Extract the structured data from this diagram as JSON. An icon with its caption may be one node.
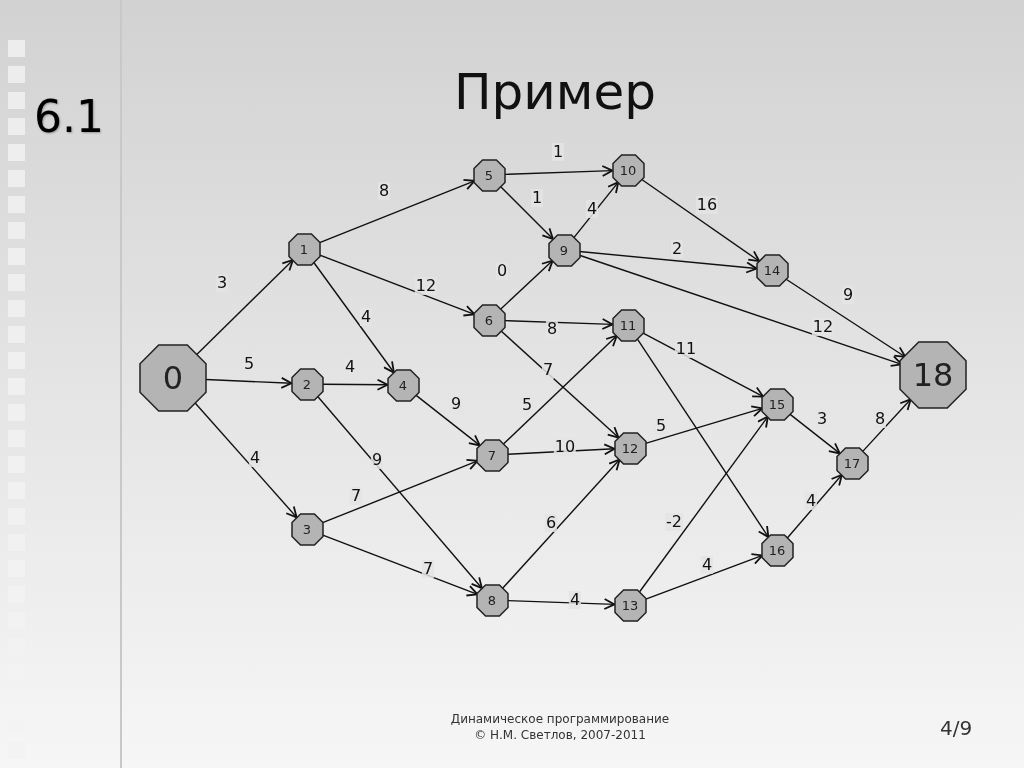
{
  "diagram": {
    "title": "Пример",
    "caption": "Динамическое программирование © Н.М. Светлов, 2007-2011",
    "nodes": [
      {
        "text": [
          "0"
        ]
      },
      {
        "text": [
          "1"
        ]
      },
      {
        "text": [
          "2"
        ]
      },
      {
        "text": [
          "3"
        ]
      },
      {
        "text": [
          "4"
        ]
      },
      {
        "text": [
          "5"
        ]
      },
      {
        "text": [
          "6"
        ]
      },
      {
        "text": [
          "7"
        ]
      },
      {
        "text": [
          "8"
        ]
      },
      {
        "text": [
          "9"
        ]
      },
      {
        "text": [
          "10"
        ]
      },
      {
        "text": [
          "11"
        ]
      },
      {
        "text": [
          "12"
        ]
      },
      {
        "text": [
          "13"
        ]
      },
      {
        "text": [
          "14"
        ]
      },
      {
        "text": [
          "15"
        ]
      },
      {
        "text": [
          "16"
        ]
      },
      {
        "text": [
          "17"
        ]
      },
      {
        "text": [
          "18"
        ]
      }
    ],
    "edges": [
      {
        "from": 0,
        "to": 1,
        "arrow": "to",
        "label": "3"
      },
      {
        "from": 0,
        "to": 2,
        "arrow": "to",
        "label": "5"
      },
      {
        "from": 0,
        "to": 3,
        "arrow": "to",
        "label": "4"
      },
      {
        "from": 1,
        "to": 5,
        "arrow": "to",
        "label": "8"
      },
      {
        "from": 1,
        "to": 6,
        "arrow": "to",
        "label": "12"
      },
      {
        "from": 1,
        "to": 4,
        "arrow": "to",
        "label": "4"
      },
      {
        "from": 2,
        "to": 4,
        "arrow": "to",
        "label": "4"
      },
      {
        "from": 2,
        "to": 8,
        "arrow": "to",
        "label": "9"
      },
      {
        "from": 3,
        "to": 7,
        "arrow": "to",
        "label": "7"
      },
      {
        "from": 3,
        "to": 8,
        "arrow": "to",
        "label": "7"
      },
      {
        "from": 4,
        "to": 7,
        "arrow": "to",
        "label": "9"
      },
      {
        "from": 5,
        "to": 10,
        "arrow": "to",
        "label": "1"
      },
      {
        "from": 5,
        "to": 9,
        "arrow": "to",
        "label": "1"
      },
      {
        "from": 6,
        "to": 9,
        "arrow": "to",
        "label": "0"
      },
      {
        "from": 6,
        "to": 11,
        "arrow": "to",
        "label": "8"
      },
      {
        "from": 6,
        "to": 12,
        "arrow": "to",
        "label": "7"
      },
      {
        "from": 7,
        "to": 11,
        "arrow": "to",
        "label": "5"
      },
      {
        "from": 7,
        "to": 12,
        "arrow": "to",
        "label": "10"
      },
      {
        "from": 8,
        "to": 12,
        "arrow": "to",
        "label": "6"
      },
      {
        "from": 8,
        "to": 13,
        "arrow": "to",
        "label": "4"
      },
      {
        "from": 9,
        "to": 10,
        "arrow": "to",
        "label": "4"
      },
      {
        "from": 9,
        "to": 14,
        "arrow": "to",
        "label": "2"
      },
      {
        "from": 9,
        "to": 18,
        "arrow": "to",
        "label": "12"
      },
      {
        "from": 10,
        "to": 14,
        "arrow": "to",
        "label": "16"
      },
      {
        "from": 11,
        "to": 15,
        "arrow": "to",
        "label": "11"
      },
      {
        "from": 11,
        "to": 16,
        "arrow": "to"
      },
      {
        "from": 12,
        "to": 15,
        "arrow": "to",
        "label": "5"
      },
      {
        "from": 13,
        "to": 15,
        "arrow": "to",
        "label": "-2"
      },
      {
        "from": 13,
        "to": 16,
        "arrow": "to",
        "label": "4"
      },
      {
        "from": 14,
        "to": 18,
        "arrow": "to",
        "label": "9"
      },
      {
        "from": 15,
        "to": 17,
        "arrow": "to",
        "label": "3"
      },
      {
        "from": 16,
        "to": 17,
        "arrow": "to",
        "label": "4"
      },
      {
        "from": 17,
        "to": 18,
        "arrow": "to",
        "label": "8"
      }
    ],
    "labels": [
      "6.1",
      "4/9"
    ]
  }
}
